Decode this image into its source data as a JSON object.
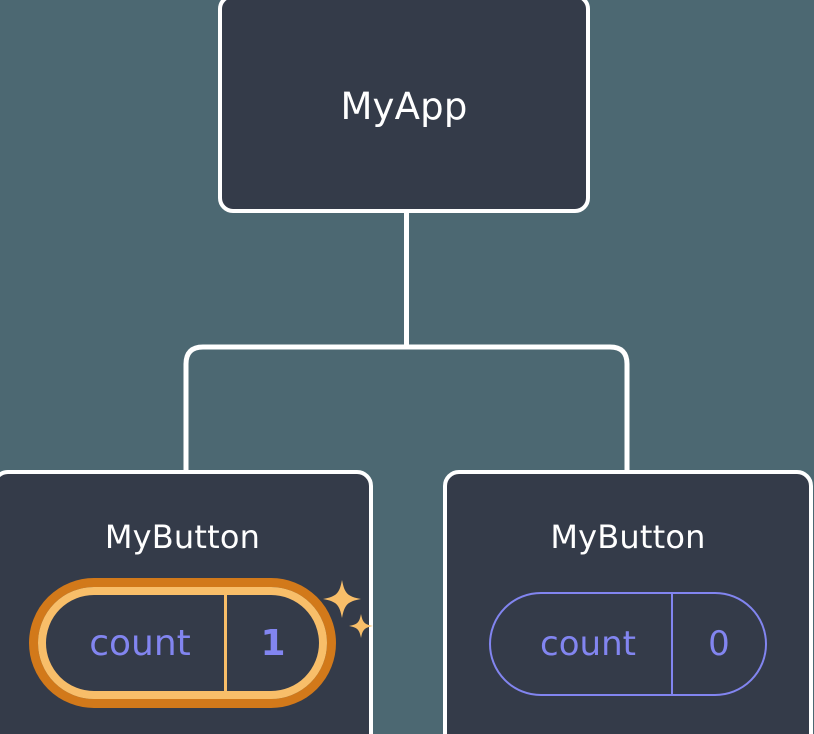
{
  "diagram": {
    "type": "component-tree",
    "title_text": "MyApp",
    "background_color": "#4c6872",
    "node_fill_color": "#343b49",
    "node_border_color": "#ffffff",
    "accent_highlight_outer": "#d2791a",
    "accent_highlight_inner": "#f8be69",
    "state_text_color": "#8285f0"
  },
  "root": {
    "label": "MyApp"
  },
  "children": [
    {
      "label": "MyButton",
      "state": {
        "key": "count",
        "value": "1"
      },
      "highlighted": true,
      "sparkle_large": "sparkle-icon",
      "sparkle_small": "sparkle-icon"
    },
    {
      "label": "MyButton",
      "state": {
        "key": "count",
        "value": "0"
      },
      "highlighted": false
    }
  ],
  "edges": {
    "stroke_color": "#ffffff",
    "description": "root connects down to a horizontal bracket that splits to both children"
  }
}
